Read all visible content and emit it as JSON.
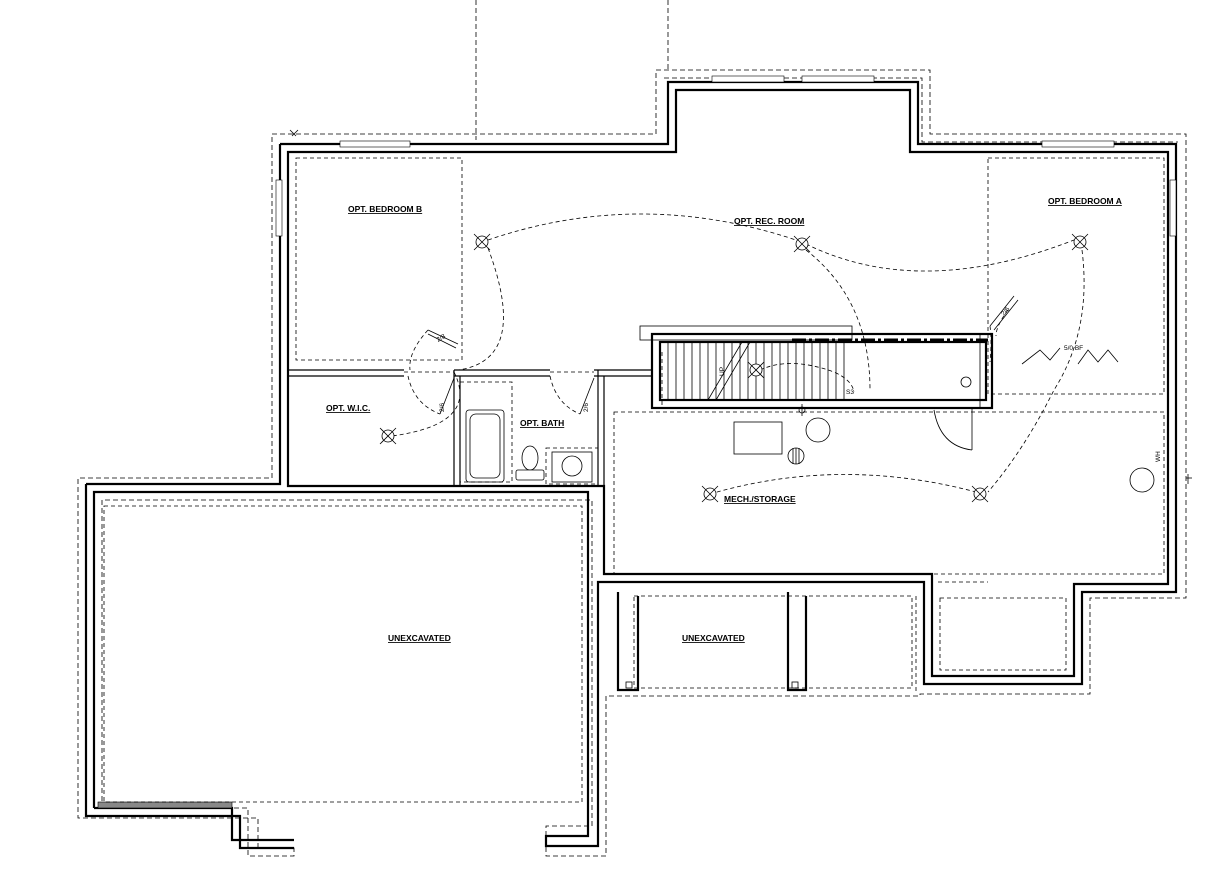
{
  "rooms": {
    "bedroom_b": "OPT. BEDROOM B",
    "rec_room": "OPT. REC. ROOM",
    "bedroom_a": "OPT. BEDROOM A",
    "wic": "OPT. W.I.C.",
    "bath": "OPT. BATH",
    "mech_storage": "MECH./STORAGE",
    "unexcavated_left": "UNEXCAVATED",
    "unexcavated_mid": "UNEXCAVATED"
  },
  "notes": {
    "door_2_8_left": "2/8",
    "door_2_6_wic": "2/6",
    "door_2_6_bath": "2/6",
    "door_2_6_a": "2/6",
    "bifold": "5/0 BF",
    "smoke_switch": "S3",
    "stair_up": "UP",
    "wh_tag": "WH"
  }
}
